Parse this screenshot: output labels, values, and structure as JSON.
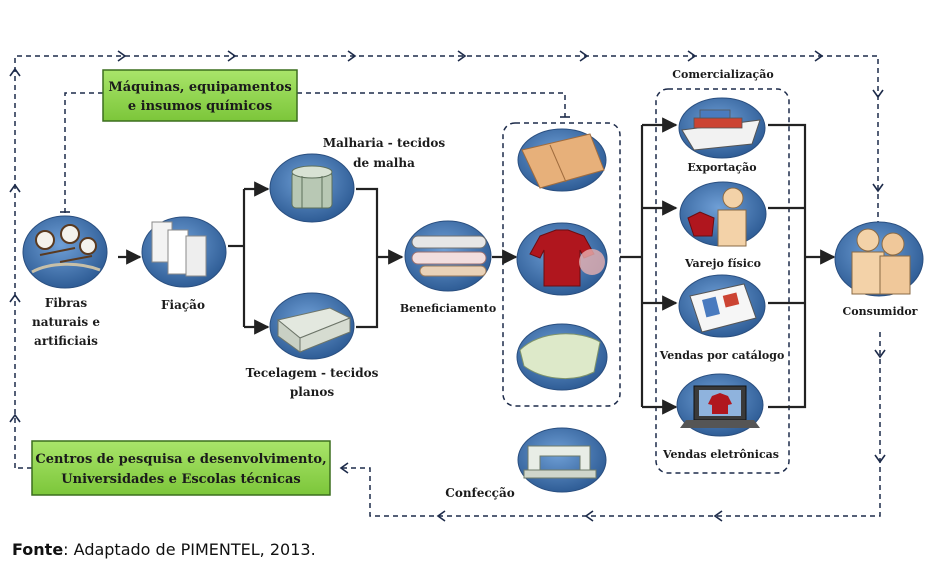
{
  "nodes": {
    "fibras": [
      "Fibras",
      "naturais e",
      "artificiais"
    ],
    "fiacao": "Fiação",
    "malharia": [
      "Malharia - tecidos",
      "de malha"
    ],
    "tecelagem": [
      "Tecelagem - tecidos",
      "planos"
    ],
    "beneficiamento": "Beneficiamento",
    "confeccao": "Confecção",
    "consumidor": "Consumidor"
  },
  "comercializacao": {
    "title": "Comercialização",
    "channels": [
      "Exportação",
      "Varejo físico",
      "Vendas por catálogo",
      "Vendas eletrônicas"
    ]
  },
  "green_boxes": {
    "maquinas": [
      "Máquinas, equipamentos",
      "e insumos químicos"
    ],
    "centros": [
      "Centros de pesquisa e desenvolvimento,",
      "Universidades e Escolas técnicas"
    ]
  },
  "source": {
    "label": "Fonte",
    "text": ": Adaptado de PIMENTEL, 2013."
  },
  "colors": {
    "node_fill": "#3f6fa8",
    "green_fill": "#8ed64a",
    "line": "#222222",
    "dashed_line": "#1d2b4a"
  }
}
